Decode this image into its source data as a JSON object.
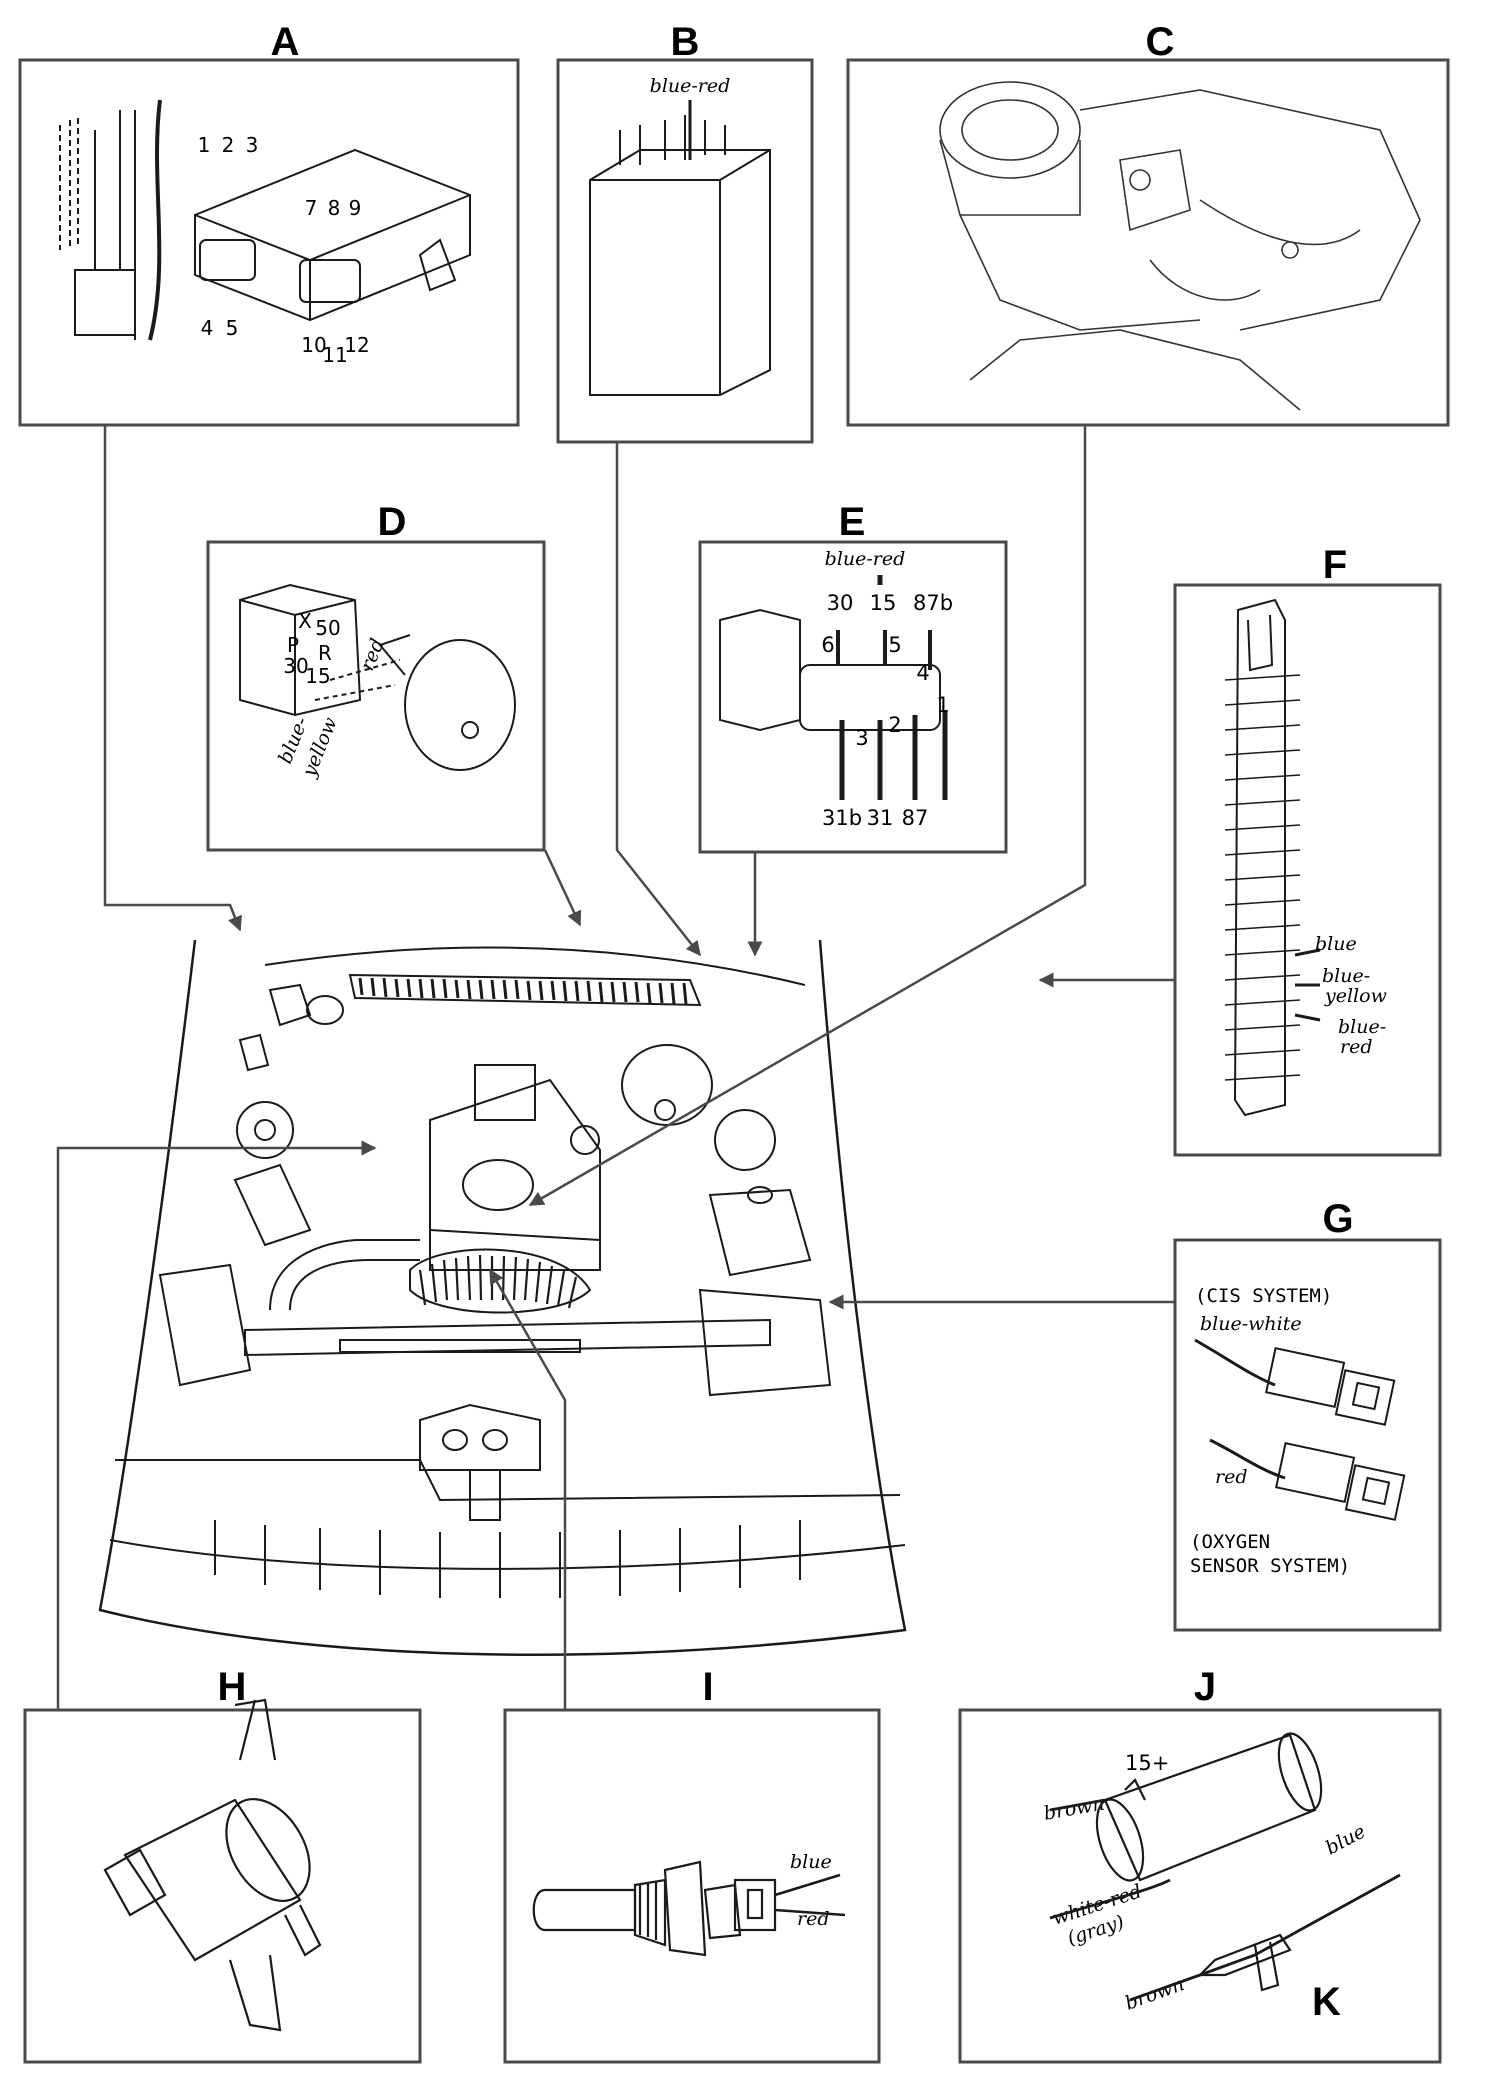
{
  "panels": {
    "A": {
      "letter": "A",
      "pins_top": [
        "1",
        "2",
        "3",
        "7",
        "8",
        "9"
      ],
      "pins_bottom": [
        "4",
        "5",
        "10",
        "11",
        "12"
      ]
    },
    "B": {
      "letter": "B",
      "wire": "blue-red"
    },
    "C": {
      "letter": "C"
    },
    "D": {
      "letter": "D",
      "terminals": [
        "X",
        "50",
        "P",
        "R",
        "30",
        "15"
      ],
      "wire_red": "red",
      "wire_blue": "blue-",
      "wire_yellow": "yellow"
    },
    "E": {
      "letter": "E",
      "wire": "blue-red",
      "terminals_top": [
        "30",
        "15",
        "87b"
      ],
      "pins": [
        "6",
        "5",
        "4",
        "3",
        "2",
        "1"
      ],
      "terminals_bottom": [
        "31b",
        "31",
        "87"
      ]
    },
    "F": {
      "letter": "F",
      "wires": [
        "blue",
        "blue-",
        "yellow",
        "blue-",
        "red"
      ]
    },
    "G": {
      "letter": "G",
      "cis": "(CIS SYSTEM)",
      "wire_cis": "blue-white",
      "wire_o2": "red",
      "o2_line1": "(OXYGEN",
      "o2_line2": "SENSOR SYSTEM)"
    },
    "H": {
      "letter": "H"
    },
    "I": {
      "letter": "I",
      "wire_blue": "blue",
      "wire_red": "red"
    },
    "J": {
      "letter": "J",
      "terminal": "15+",
      "wire_brown1": "brown",
      "wire_white_red": "white-red",
      "wire_gray": "(gray)",
      "wire_blue": "blue",
      "wire_brown2": "brown",
      "k_label": "K"
    }
  },
  "colors": {
    "ink": "#1a1a1a",
    "paper": "#ffffff",
    "frame": "#4a4a4a"
  }
}
